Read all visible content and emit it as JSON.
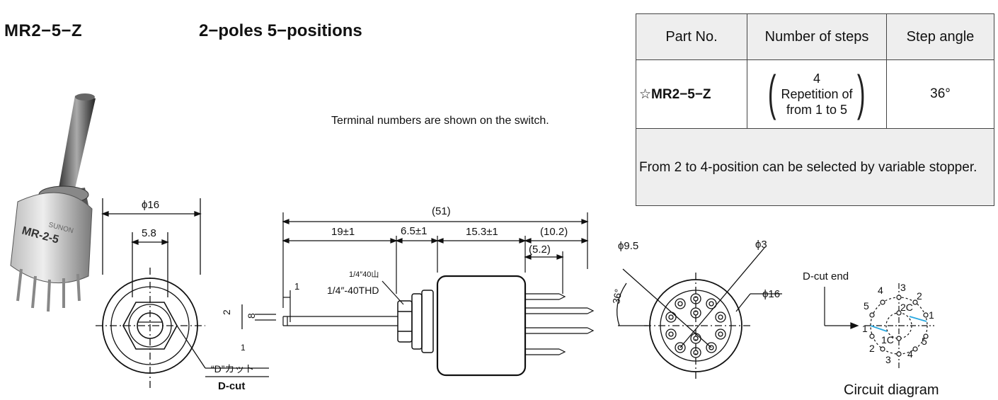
{
  "header": {
    "part_title": "MR2−5−Z",
    "poles_title": "2−poles 5−positions"
  },
  "note": "Terminal numbers are shown on the switch.",
  "spec_table": {
    "headers": [
      "Part No.",
      "Number of steps",
      "Step angle"
    ],
    "part_no": "☆MR2−5−Z",
    "steps_line1": "4",
    "steps_line2": "Repetition of",
    "steps_line3": "from 1 to 5",
    "step_angle": "36°",
    "remark": "From 2 to 4-position can be selected by variable stopper."
  },
  "photo": {
    "body_marking": "MR-2-5",
    "brand_marking": "SUNON"
  },
  "front_view": {
    "dia_label": "ϕ16",
    "width_label": "5.8",
    "dcut_jp": "“D”カット",
    "dcut_label": "D-cut",
    "dim_a": "2",
    "dim_b": "8",
    "dim_c": "1"
  },
  "side_view": {
    "total": "(51)",
    "seg1": "19±1",
    "seg2": "6.5±1",
    "seg3": "15.3±1",
    "seg4": "(10.2)",
    "seg5": "(5.2)",
    "small": "1",
    "thread_jp": "1/4″40山",
    "thread": "1/4″-40THD"
  },
  "bottom_view": {
    "pcd_label": "ϕ9.5",
    "pin_label": "ϕ3",
    "dia_label": "ϕ16",
    "angle_label": "36°"
  },
  "circuit": {
    "dcut_end": "D-cut end",
    "caption": "Circuit diagram",
    "labels": [
      "5",
      "4",
      "3",
      "2",
      "1",
      "2C",
      "1",
      "1C",
      "2",
      "3",
      "4",
      "5"
    ]
  },
  "colors": {
    "ink": "#111111",
    "accent": "#29a8e0",
    "table_shade": "#eeeeee"
  }
}
